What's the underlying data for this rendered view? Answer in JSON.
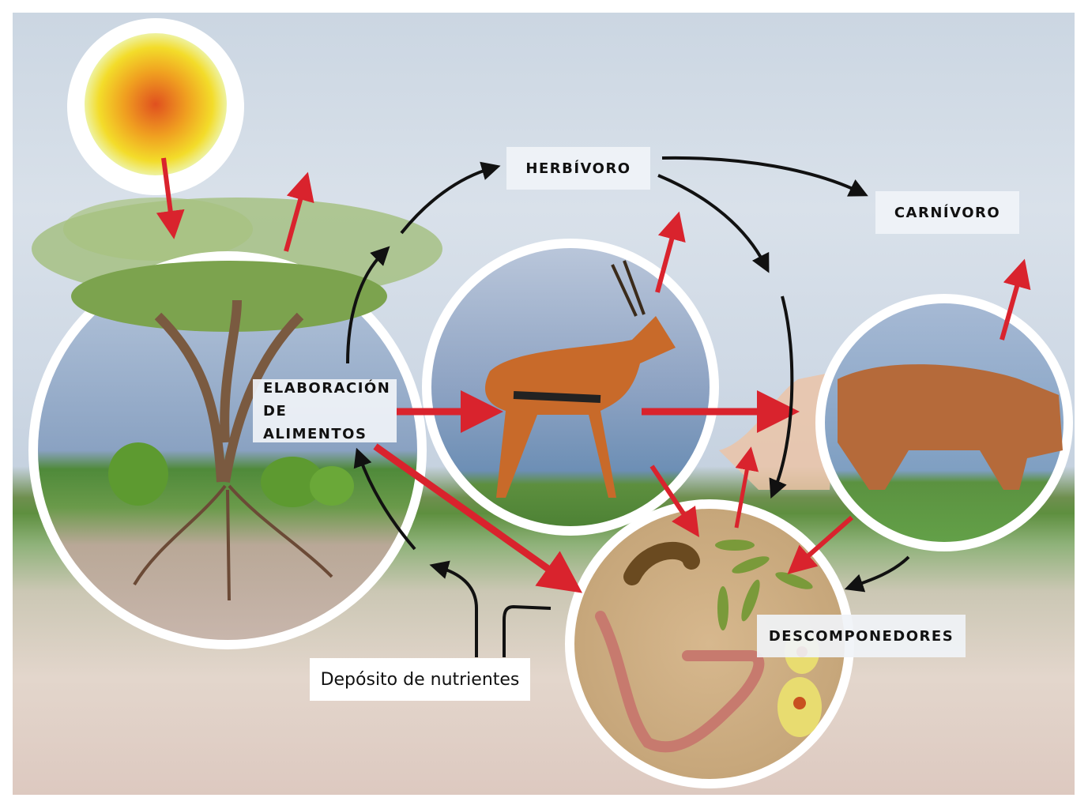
{
  "labels": {
    "herbivore": "HERBÍVORO",
    "carnivore": "CARNÍVORO",
    "food_production_line1": "ELABORACIÓN",
    "food_production_line2": "DE ALIMENTOS",
    "decomposers": "DESCOMPONEDORES",
    "nutrient_deposit": "Depósito de nutrientes"
  },
  "colors": {
    "energy_arrow": "#d9232d",
    "flow_arrow": "#111111",
    "ring": "#ffffff"
  }
}
